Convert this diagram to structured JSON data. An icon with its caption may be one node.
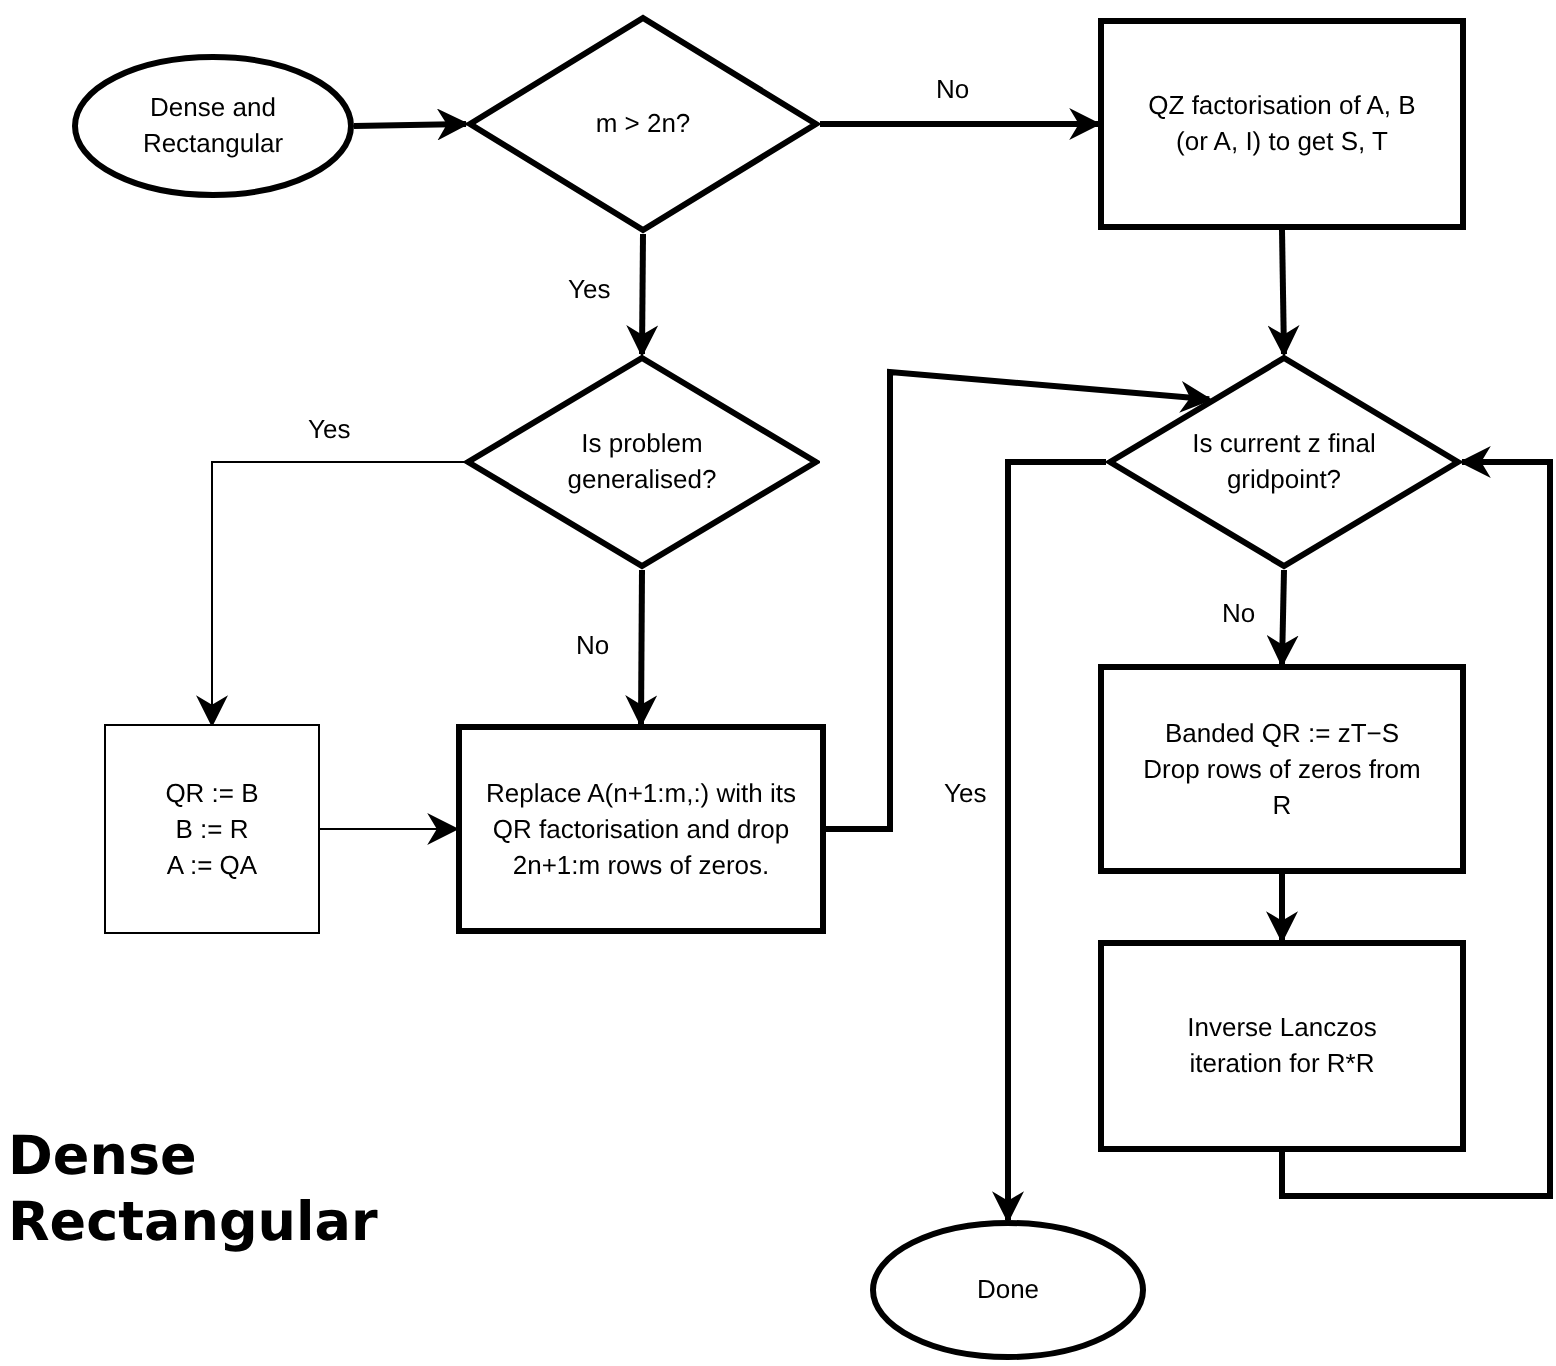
{
  "diagram": {
    "title": "Dense Rectangular",
    "nodes": [
      {
        "text": [
          "Dense and Rectangular"
        ]
      },
      {
        "text": [
          "m > 2n?"
        ]
      },
      {
        "text": [
          "QZ factorisation of A, B (or A, I) to get S, T"
        ]
      },
      {
        "text": [
          "Is problem generalised?"
        ]
      },
      {
        "text": [
          "QR := B",
          "B := R",
          "A := QA"
        ]
      },
      {
        "text": [
          "Replace A(n+1:m,:) with its QR factorisation and drop 2n+1:m rows of zeros."
        ]
      },
      {
        "text": [
          "Is current z final gridpoint?"
        ]
      },
      {
        "text": [
          "Banded QR := zT−S",
          "Drop rows of zeros from R"
        ]
      },
      {
        "text": [
          "Inverse Lanczos iteration for R*R"
        ]
      },
      {
        "text": [
          "Done"
        ]
      }
    ],
    "edges": [
      {
        "from": 0,
        "to": 1,
        "arrow": "to"
      },
      {
        "from": 1,
        "to": 2,
        "arrow": "to",
        "label": "No"
      },
      {
        "from": 1,
        "to": 3,
        "arrow": "to",
        "label": "Yes"
      },
      {
        "from": 3,
        "to": 4,
        "arrow": "to",
        "label": "Yes"
      },
      {
        "from": 3,
        "to": 5,
        "arrow": "to",
        "label": "No"
      },
      {
        "from": 4,
        "to": 5,
        "arrow": "to"
      },
      {
        "from": 5,
        "to": 6,
        "arrow": "to"
      },
      {
        "from": 2,
        "to": 6,
        "arrow": "to"
      },
      {
        "from": 6,
        "to": 7,
        "arrow": "to",
        "label": "No"
      },
      {
        "from": 7,
        "to": 8,
        "arrow": "to"
      },
      {
        "from": 8,
        "to": 6,
        "arrow": "to"
      },
      {
        "from": 6,
        "to": 9,
        "arrow": "to",
        "label": "Yes"
      }
    ]
  }
}
